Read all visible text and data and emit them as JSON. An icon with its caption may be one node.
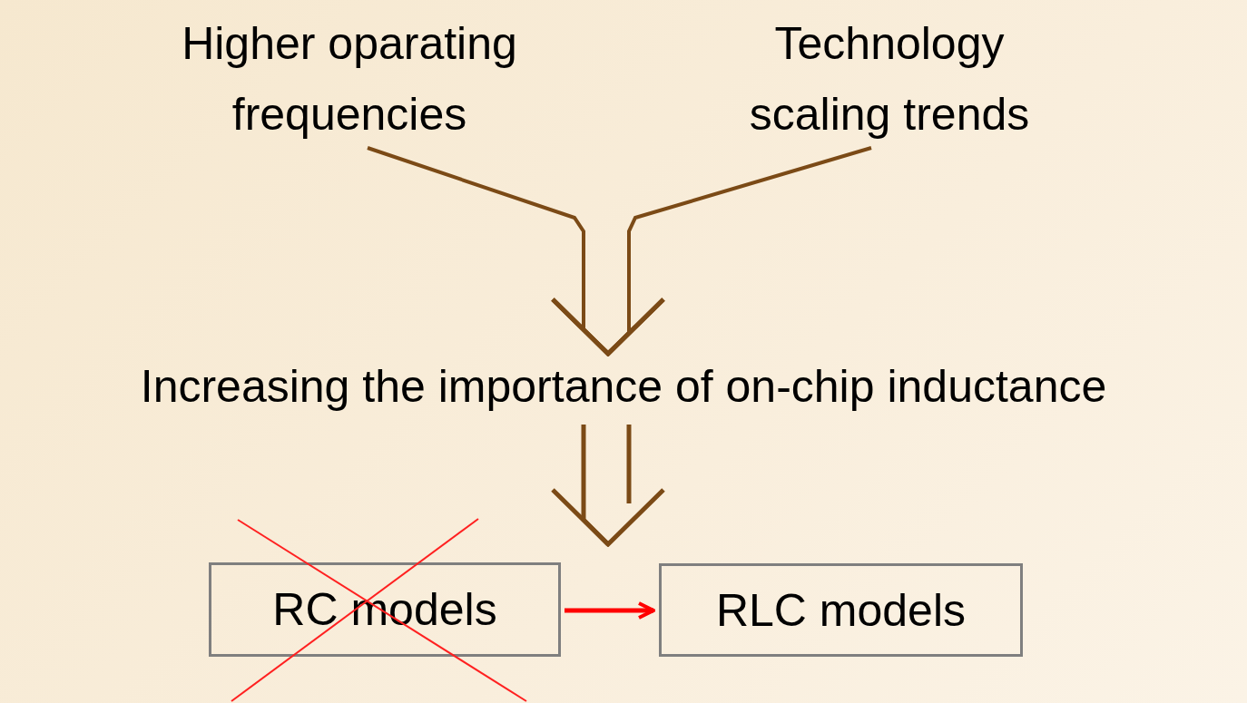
{
  "diagram": {
    "nodes": [
      {
        "text": [
          "Higher oparating frequencies"
        ]
      },
      {
        "text": [
          "Technology scaling trends"
        ]
      },
      {
        "text": [
          "Increasing the importance of on-chip inductance"
        ]
      },
      {
        "text": [
          "RC models"
        ]
      },
      {
        "text": [
          "RLC models"
        ]
      }
    ],
    "edges": [
      {
        "from": 0,
        "to": 2,
        "arrow": "to"
      },
      {
        "from": 1,
        "to": 2,
        "arrow": "to"
      },
      {
        "from": 2,
        "to": null,
        "arrow": "to"
      },
      {
        "from": 3,
        "to": 4,
        "arrow": "to",
        "color": "#ff0000"
      }
    ]
  }
}
